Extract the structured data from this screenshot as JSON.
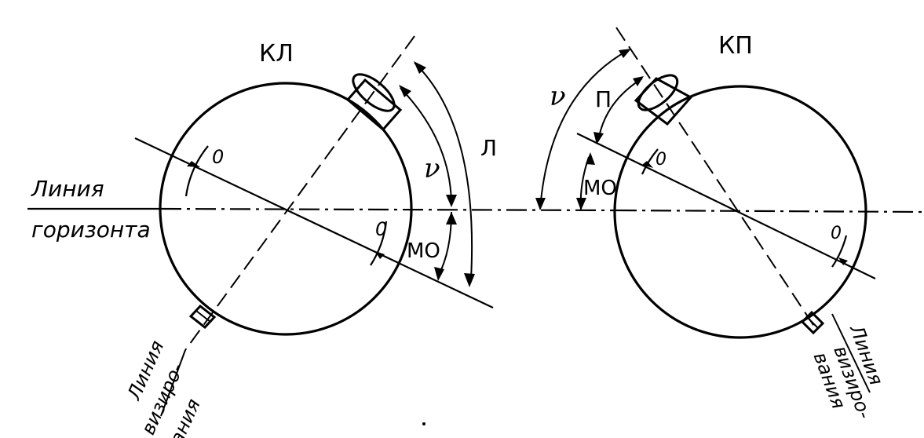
{
  "left_panel": {
    "title": "КЛ",
    "zero_top": "0",
    "zero_bottom": "0",
    "angle_nu": "ν",
    "angle_L": "Л",
    "angle_MO": "МО",
    "horizon_line": "Линия",
    "horizon_line_2": "горизонта",
    "sight_line_1": "Линия",
    "sight_line_2": "визиро-",
    "sight_line_3": "вания"
  },
  "right_panel": {
    "title": "КП",
    "zero_top": "0",
    "zero_bottom": "0",
    "angle_nu": "ν",
    "angle_P": "П",
    "angle_MO": "МО",
    "sight_line_1": "Линия",
    "sight_line_2": "визиро-",
    "sight_line_3": "вания"
  }
}
